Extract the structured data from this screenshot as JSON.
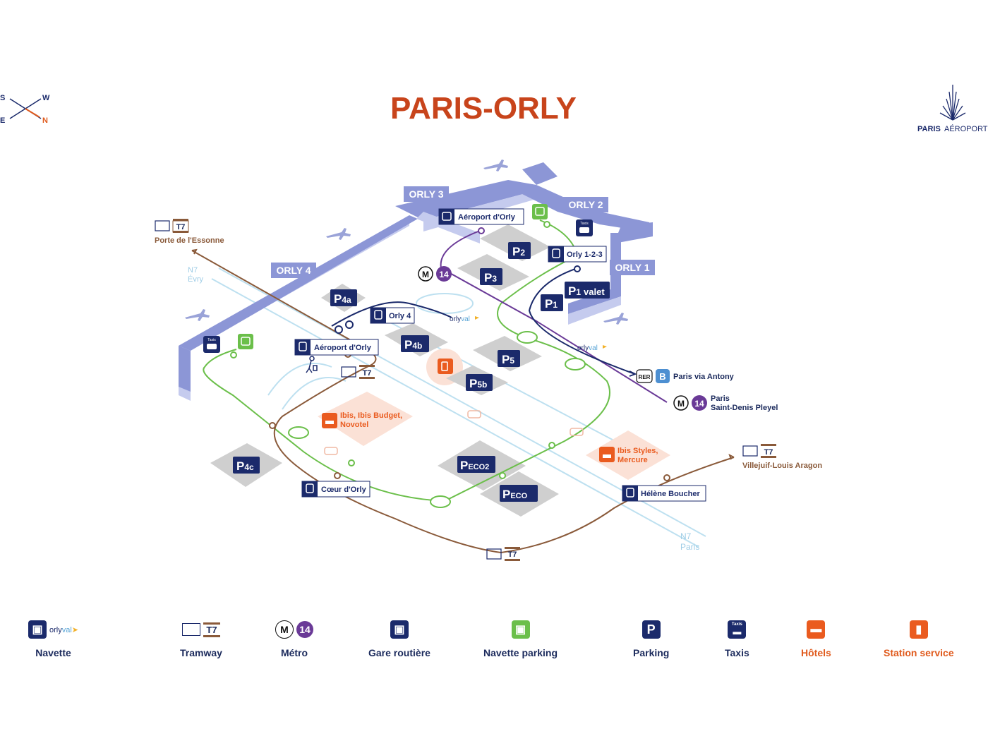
{
  "title": "PARIS-ORLY",
  "compass": {
    "s": "S",
    "w": "W",
    "e": "E",
    "n": "N"
  },
  "logo": {
    "text_a": "PARIS",
    "text_b": "AÉROPORT"
  },
  "terminals": {
    "orly1": "ORLY 1",
    "orly2": "ORLY 2",
    "orly3": "ORLY 3",
    "orly4": "ORLY 4"
  },
  "parkings": {
    "p2": {
      "p": "P",
      "sub": "2"
    },
    "p3": {
      "p": "P",
      "sub": "3"
    },
    "p1": {
      "p": "P",
      "sub": "1"
    },
    "p1valet": {
      "p": "P",
      "sub": "1",
      "extra": "valet"
    },
    "p4a": {
      "p": "P",
      "sub": "4a"
    },
    "p4b": {
      "p": "P",
      "sub": "4b"
    },
    "p5": {
      "p": "P",
      "sub": "5"
    },
    "p5b": {
      "p": "P",
      "sub": "5b"
    },
    "p4c": {
      "p": "P",
      "sub": "4c"
    },
    "peco2": {
      "p": "P",
      "sub": "ECO2"
    },
    "peco": {
      "p": "P",
      "sub": "ECO"
    }
  },
  "stations": {
    "aeroport_orly_top": "Aéroport d'Orly",
    "orly123": "Orly 1-2-3",
    "orly4": "Orly 4",
    "aeroport_orly_tram": "Aéroport d'Orly",
    "coeur_orly": "Cœur d'Orly",
    "helene_boucher": "Hélène Boucher"
  },
  "tram_tag": "T7",
  "metro": {
    "m": "M",
    "line": "14"
  },
  "destinations": {
    "porte_essonne": "Porte de l'Essonne",
    "villejuif": "Villejuif-Louis Aragon",
    "rer_tag": "RER",
    "rer_b": "B",
    "paris_antony": "Paris via Antony",
    "paris_line1": "Paris",
    "paris_line2": "Saint-Denis Pleyel"
  },
  "roads": {
    "n7_top": "N7",
    "evry": "Évry",
    "n7_bottom": "N7",
    "paris": "Paris"
  },
  "orlyval": {
    "orly": "orly",
    "val": "val"
  },
  "hotels": {
    "h1_line1": "Ibis, Ibis Budget,",
    "h1_line2": "Novotel",
    "h2_line1": "Ibis Styles,",
    "h2_line2": "Mercure"
  },
  "taxis_tag": "Taxis",
  "legend": {
    "navette": "Navette",
    "tramway": "Tramway",
    "metro": "Métro",
    "gare_routiere": "Gare routière",
    "navette_parking": "Navette parking",
    "parking": "Parking",
    "taxis": "Taxis",
    "hotels": "Hôtels",
    "station_service": "Station service"
  },
  "colors": {
    "title": "#c8441b",
    "navy": "#1b2a6b",
    "terminal": "#8c96d6",
    "terminal_side": "#c5cbee",
    "green_line": "#6bbf4a",
    "tram_line": "#8a5a3a",
    "metro_line": "#6a3a97",
    "parking_tile": "#cfcfcf",
    "hotel_zone": "#fbe1d6",
    "orange": "#ea5b1f",
    "road": "#bde0f0"
  }
}
